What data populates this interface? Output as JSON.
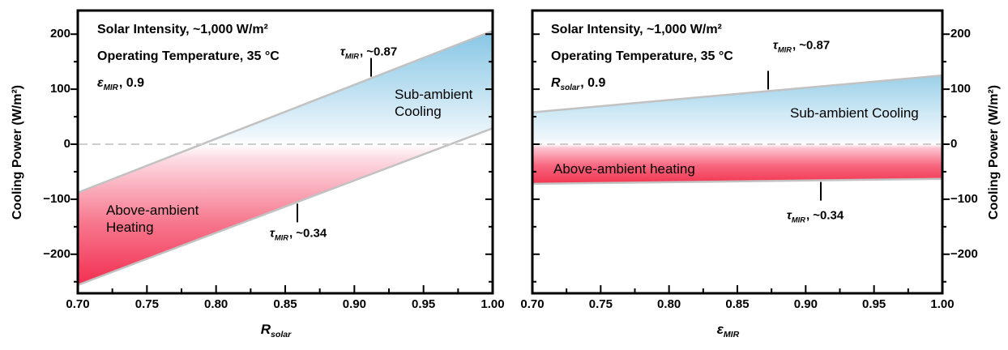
{
  "figure_background": "#ffffff",
  "chart_data": [
    {
      "type": "area",
      "id": "left",
      "params": {
        "line1": "Solar Intensity, ~1,000 W/m²",
        "line2": "Operating Temperature, 35 °C",
        "line3": {
          "sym": "ε",
          "sub": "MIR",
          "rest": ", 0.9"
        }
      },
      "xlabel": {
        "sym": "R",
        "sub": "solar"
      },
      "ylabel": "Cooling Power (W/m²)",
      "xlim": [
        0.7,
        1.0
      ],
      "ylim": [
        -271,
        243
      ],
      "x_ticks": [
        0.7,
        0.75,
        0.8,
        0.85,
        0.9,
        0.95,
        1.0
      ],
      "x_tick_labels": [
        "0.70",
        "0.75",
        "0.80",
        "0.85",
        "0.90",
        "0.95",
        "1.00"
      ],
      "x_minor_step": 0.025,
      "y_ticks": [
        200,
        100,
        0,
        -100,
        -200
      ],
      "y_tick_labels": [
        "200",
        "100",
        "0",
        "−100",
        "−200"
      ],
      "y_minor_step": 50,
      "zero_line": 0,
      "band": {
        "upper": {
          "label": {
            "sym": "τ",
            "sub": "MIR",
            "rest": ", ~0.87"
          },
          "x": [
            0.7,
            1.0
          ],
          "y": [
            -88,
            206
          ]
        },
        "lower": {
          "label": {
            "sym": "τ",
            "sub": "MIR",
            "rest": ", ~0.34"
          },
          "x": [
            0.7,
            1.0
          ],
          "y": [
            -256,
            29
          ]
        }
      },
      "regions": {
        "cooling": [
          "Sub-ambient",
          "Cooling"
        ],
        "heating": [
          "Above-ambient",
          "Heating"
        ]
      },
      "colors": {
        "blue": "#86c5e4",
        "blue_light": "#c2e2f2",
        "pink_light": "#fcdce4",
        "pink": "#f7798f",
        "red": "#f22e50",
        "boundary": "#c2c2c2",
        "zero_dash": "#cdcdcd"
      }
    },
    {
      "type": "area",
      "id": "right",
      "params": {
        "line1": "Solar Intensity, ~1,000 W/m²",
        "line2": "Operating Temperature, 35 °C",
        "line3": {
          "sym": "R",
          "sub": "solar",
          "rest": ", 0.9"
        }
      },
      "xlabel": {
        "sym": "ε",
        "sub": "MIR"
      },
      "ylabel": "Cooling Power (W/m²)",
      "xlim": [
        0.7,
        1.0
      ],
      "ylim": [
        -271,
        243
      ],
      "x_ticks": [
        0.7,
        0.75,
        0.8,
        0.85,
        0.9,
        0.95,
        1.0
      ],
      "x_tick_labels": [
        "0.70",
        "0.75",
        "0.80",
        "0.85",
        "0.90",
        "0.95",
        "1.00"
      ],
      "x_minor_step": 0.025,
      "y_ticks": [
        200,
        100,
        0,
        -100,
        -200
      ],
      "y_tick_labels": [
        "200",
        "100",
        "0",
        "−100",
        "−200"
      ],
      "y_minor_step": 50,
      "zero_line": 0,
      "band": {
        "upper": {
          "label": {
            "sym": "τ",
            "sub": "MIR",
            "rest": ", ~0.87"
          },
          "x": [
            0.7,
            1.0
          ],
          "y": [
            58,
            125
          ]
        },
        "lower": {
          "label": {
            "sym": "τ",
            "sub": "MIR",
            "rest": ", ~0.34"
          },
          "x": [
            0.7,
            1.0
          ],
          "y": [
            -72,
            -63
          ]
        }
      },
      "regions": {
        "cooling": [
          "Sub-ambient Cooling"
        ],
        "heating": [
          "Above-ambient heating"
        ]
      },
      "colors": {
        "blue": "#9bcfe8",
        "blue_light": "#cfe9f5",
        "pink_light": "#fbc4cf",
        "pink": "#f7657e",
        "red": "#f23550",
        "boundary": "#c2c2c2",
        "zero_dash": "#cdcdcd"
      }
    }
  ]
}
